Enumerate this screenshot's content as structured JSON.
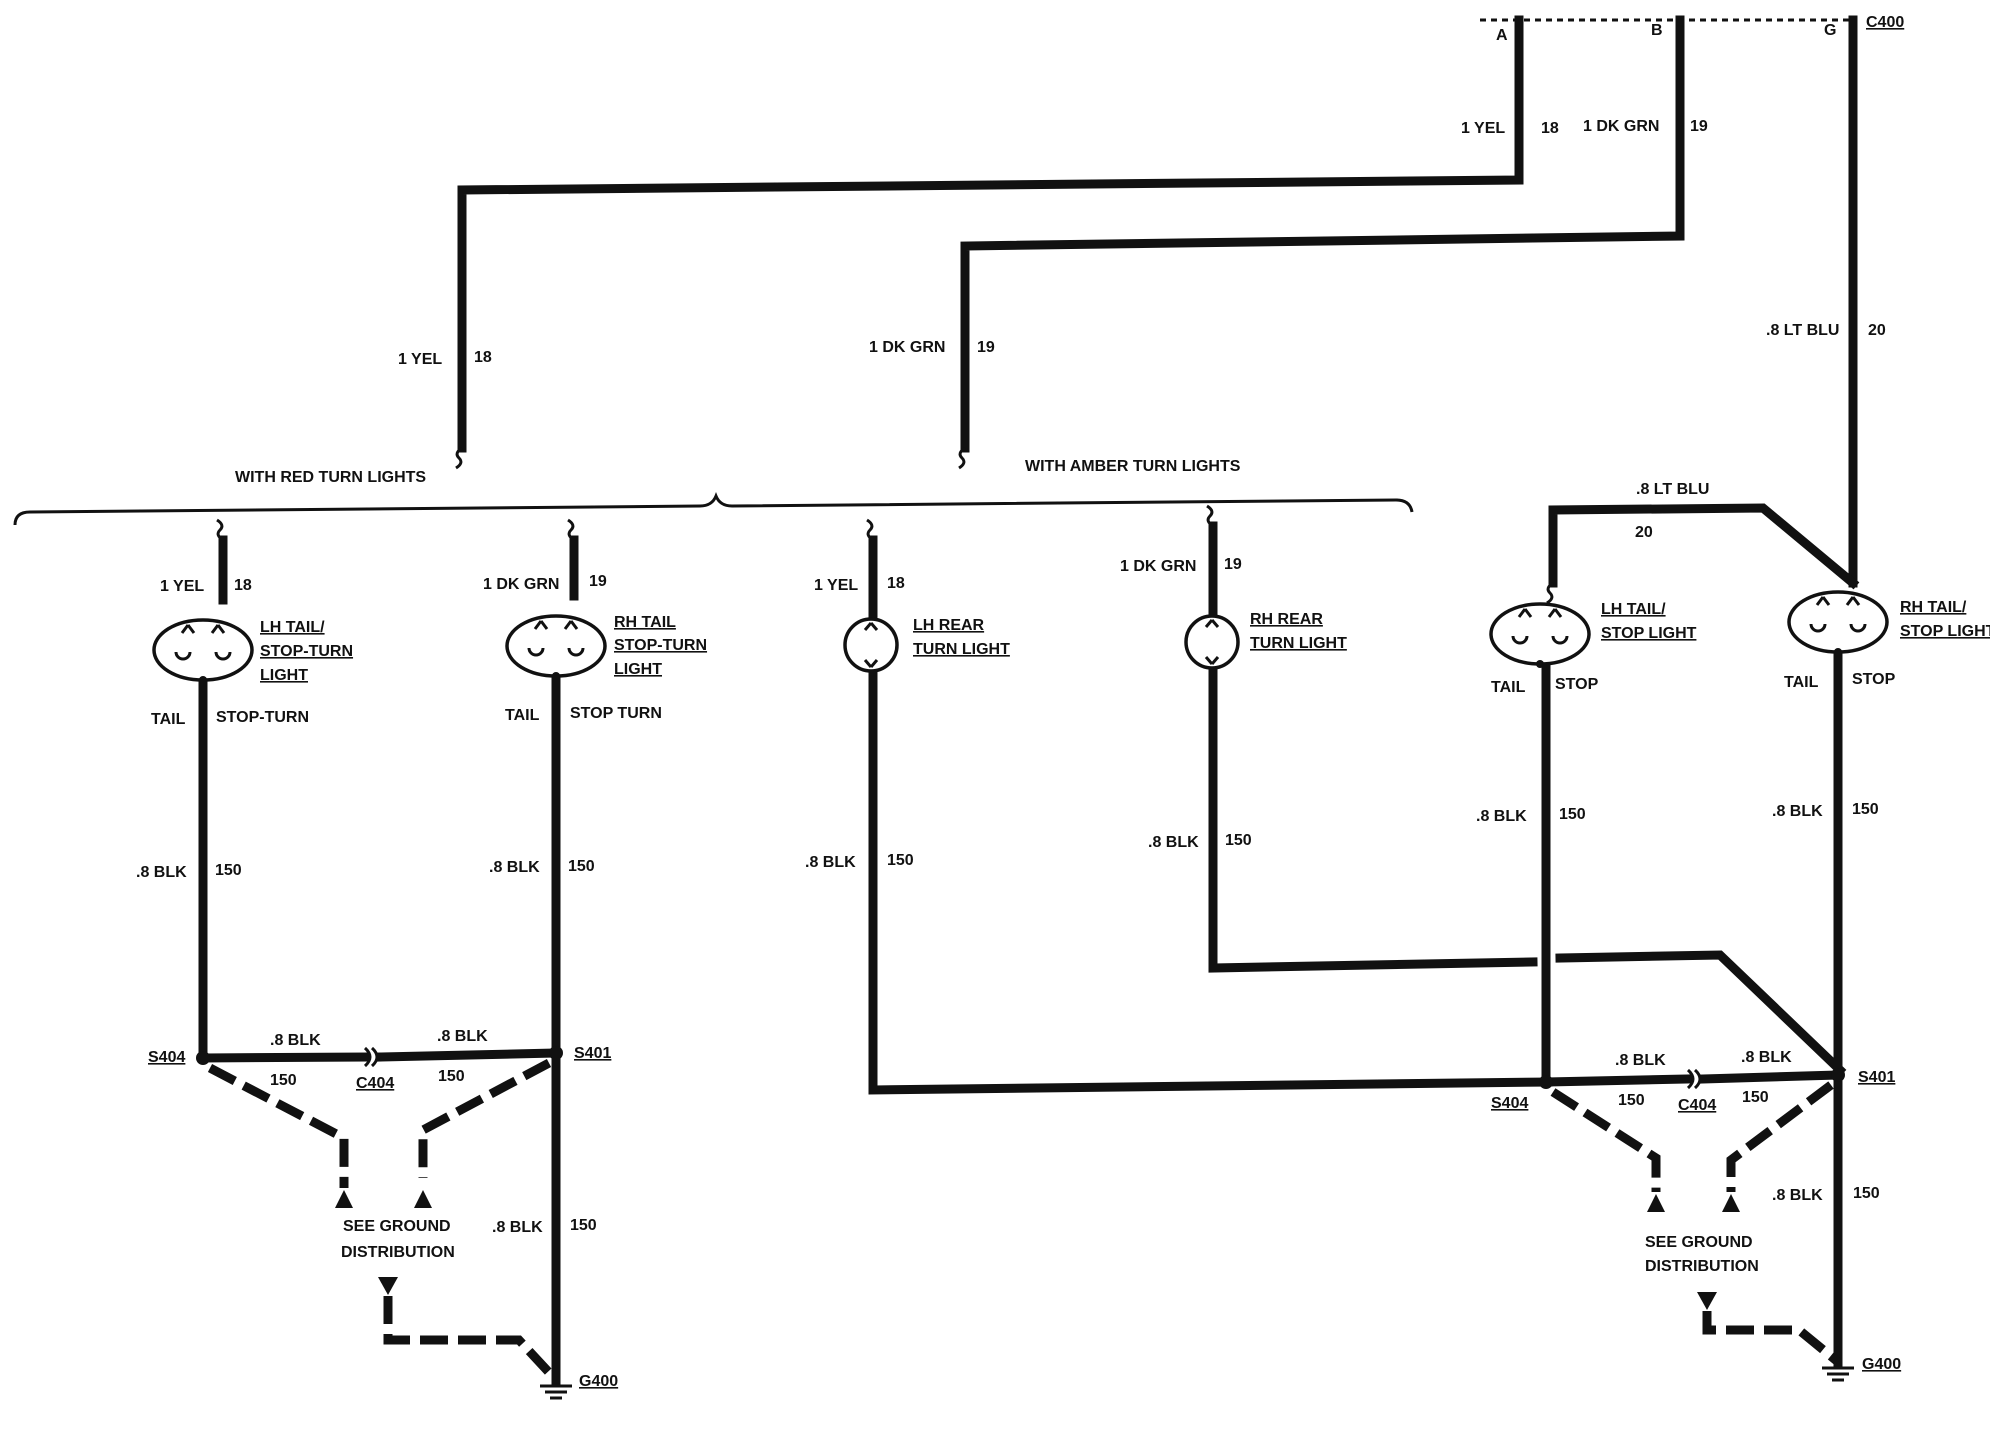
{
  "connector_top": {
    "name": "C400",
    "pins": [
      "A",
      "B",
      "G"
    ]
  },
  "top_wires": [
    {
      "color": "1 YEL",
      "circuit": "18"
    },
    {
      "color": "1 DK GRN",
      "circuit": "19"
    },
    {
      "color": ".8 LT BLU",
      "circuit": "20"
    }
  ],
  "mid_wires": [
    {
      "color": "1 YEL",
      "circuit": "18"
    },
    {
      "color": "1 DK GRN",
      "circuit": "19"
    }
  ],
  "options": {
    "red": "WITH RED TURN LIGHTS",
    "amber": "WITH AMBER TURN LIGHTS"
  },
  "lamps": [
    {
      "title_lines": [
        "LH TAIL/",
        "STOP-TURN",
        "LIGHT"
      ],
      "feed_color": "1 YEL",
      "feed_circuit": "18",
      "term_left": "TAIL",
      "term_right": "STOP-TURN",
      "gnd_color": ".8 BLK",
      "gnd_circuit": "150"
    },
    {
      "title_lines": [
        "RH TAIL",
        "STOP-TURN",
        "LIGHT"
      ],
      "feed_color": "1 DK GRN",
      "feed_circuit": "19",
      "term_left": "TAIL",
      "term_right": "STOP TURN",
      "gnd_color": ".8 BLK",
      "gnd_circuit": "150"
    },
    {
      "title_lines": [
        "LH REAR",
        "TURN LIGHT"
      ],
      "feed_color": "1 YEL",
      "feed_circuit": "18",
      "gnd_color": ".8 BLK",
      "gnd_circuit": "150"
    },
    {
      "title_lines": [
        "RH REAR",
        "TURN LIGHT"
      ],
      "feed_color": "1 DK GRN",
      "feed_circuit": "19",
      "gnd_color": ".8 BLK",
      "gnd_circuit": "150"
    },
    {
      "title_lines": [
        "LH TAIL/",
        "STOP LIGHT"
      ],
      "term_left": "TAIL",
      "term_right": "STOP",
      "gnd_color": ".8 BLK",
      "gnd_circuit": "150"
    },
    {
      "title_lines": [
        "RH TAIL/",
        "STOP LIGHT"
      ],
      "term_left": "TAIL",
      "term_right": "STOP",
      "gnd_color": ".8 BLK",
      "gnd_circuit": "150"
    }
  ],
  "blu_branch": {
    "color": ".8 LT BLU",
    "circuit": "20"
  },
  "left_ground": {
    "splice_left": "S404",
    "splice_right": "S401",
    "connector": "C404",
    "bus_color": ".8 BLK",
    "bus_circuit": "150",
    "drop_color": ".8 BLK",
    "drop_circuit": "150",
    "note_lines": [
      "SEE GROUND",
      "DISTRIBUTION"
    ],
    "ground": "G400"
  },
  "right_ground": {
    "splice_left": "S404",
    "splice_right": "S401",
    "connector": "C404",
    "bus_color": ".8 BLK",
    "bus_circuit": "150",
    "drop_color": ".8 BLK",
    "drop_circuit": "150",
    "note_lines": [
      "SEE GROUND",
      "DISTRIBUTION"
    ],
    "ground": "G400"
  }
}
